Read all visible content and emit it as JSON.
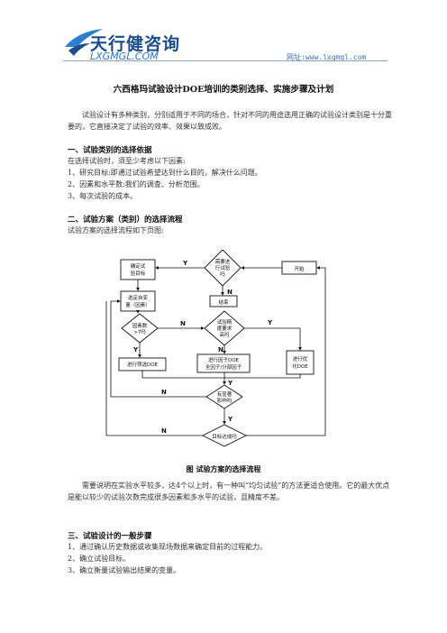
{
  "header": {
    "logo_cn": "天行健咨询",
    "logo_en": "LXGMGL.COM",
    "url": "网址:www.lxgmgl.com"
  },
  "doc": {
    "title": "六西格玛试验设计DOE培训的类别选择、实施步骤及计划",
    "intro": "试验设计有多种类别，分别适用于不同的场合，针对不同的用途选用正确的试验设计类别是十分重要的，它直接决定了试验的效率、效果以致成败。",
    "s1_heading": "一、试验类别的选择依据",
    "s1_lead": "在选择试验时，须至少考虑以下因素:",
    "s1_items": [
      "1、研究目标:即通过试验希望达到什么目的，解决什么问题。",
      "2、因素和水平数:我们的调查、分析范围。",
      "3、每次试验的成本。"
    ],
    "s2_heading": "二、试验方案（类别）的选择流程",
    "s2_lead": "试验方案的选择流程如下页图:",
    "figure_caption": "图  试验方案的选择流程",
    "s2_para": "需要说明在实验水平较多，达4个以上时，有一种叫“均匀试验”的方法更适合使用。它的最大优点是能以较少的试验次数完成很多因素和多水平的试验，且精度不差。",
    "s3_heading": "三、试验设计的一般步骤",
    "s3_items": [
      "1、通过确认历史数据或收集现场数据来确定目前的过程能力。",
      "2、确立试验目标。",
      "3、确立衡量试验输出结果的变量。"
    ]
  },
  "flowchart": {
    "start": "开始",
    "need_test": [
      "需要进",
      "行试验",
      "吗"
    ],
    "confirm_goal": [
      "确定试",
      "验目标"
    ],
    "select_factors": [
      "选定自变",
      "量（因素）"
    ],
    "end": "结束",
    "factors_q": [
      "因素数",
      ">7吗"
    ],
    "precision_q": [
      "试验精",
      "度要求",
      "高吗"
    ],
    "screening": "进行筛选DOE",
    "factorial": [
      "进行因子DOE",
      "全因子/分部因子"
    ],
    "optimize": [
      "进行优",
      "化DOE"
    ],
    "effects_q": [
      "有显著",
      "影响吗"
    ],
    "goal_q": "目标达成吗",
    "yes": "Y",
    "no": "N"
  }
}
